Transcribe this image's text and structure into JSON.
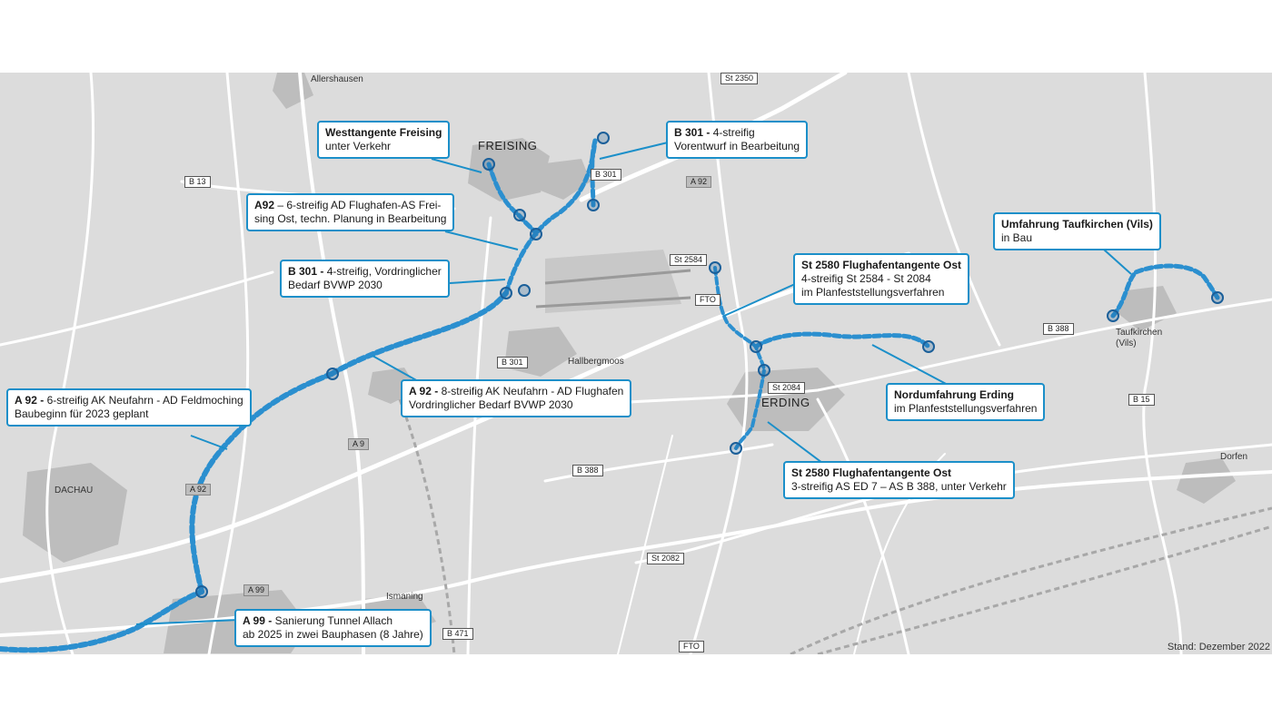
{
  "map": {
    "stand": "Stand: Dezember 2022",
    "colors": {
      "project": "#2b8fcf",
      "callout_border": "#1b8fc9",
      "background": "#dcdcdc",
      "roads": "#ffffff",
      "settlements": "#b8b8b8"
    },
    "places": [
      {
        "id": "allershausen",
        "label": "Allershausen"
      },
      {
        "id": "freising",
        "label": "FREISING"
      },
      {
        "id": "hallbergmoos",
        "label": "Hallbergmoos"
      },
      {
        "id": "erding",
        "label": "ERDING"
      },
      {
        "id": "dachau",
        "label": "DACHAU"
      },
      {
        "id": "ismaning",
        "label": "Ismaning"
      },
      {
        "id": "taufkirchen",
        "label": "Taufkirchen (Vils)"
      },
      {
        "id": "dorfen",
        "label": "Dorfen"
      }
    ],
    "shields": [
      {
        "id": "st2350",
        "label": "St 2350"
      },
      {
        "id": "b13",
        "label": "B 13"
      },
      {
        "id": "b301a",
        "label": "B 301"
      },
      {
        "id": "a92a",
        "label": "A 92"
      },
      {
        "id": "st2584",
        "label": "St 2584"
      },
      {
        "id": "fto1",
        "label": "FTO"
      },
      {
        "id": "b388a",
        "label": "B 388"
      },
      {
        "id": "b301b",
        "label": "B 301"
      },
      {
        "id": "st2084",
        "label": "St 2084"
      },
      {
        "id": "b15",
        "label": "B 15"
      },
      {
        "id": "a9",
        "label": "A 9"
      },
      {
        "id": "a92b",
        "label": "A 92"
      },
      {
        "id": "b388b",
        "label": "B 388"
      },
      {
        "id": "st2082",
        "label": "St 2082"
      },
      {
        "id": "a99",
        "label": "A 99"
      },
      {
        "id": "b471",
        "label": "B 471"
      },
      {
        "id": "fto2",
        "label": "FTO"
      }
    ],
    "callouts": [
      {
        "id": "westtangente",
        "bold": "Westtangente Freising",
        "text": "unter Verkehr"
      },
      {
        "id": "b301-4",
        "bold": "B 301 - ",
        "rest": "4-streifig",
        "text": "Vorentwurf in Bearbeitung"
      },
      {
        "id": "a92-6-freising",
        "bold": "A92",
        "rest": " – 6-streifig AD Flughafen-AS Frei-",
        "text": "sing Ost, techn. Planung in Bearbeitung"
      },
      {
        "id": "b301-vordringlich",
        "bold": "B 301 - ",
        "rest": "4-streifig, Vordringlicher",
        "text": "Bedarf BVWP 2030"
      },
      {
        "id": "st2580-4",
        "bold": "St 2580 Flughafentangente Ost",
        "line2": "4-streifig St 2584 - St 2084",
        "text": "im Planfeststellungsverfahren"
      },
      {
        "id": "taufkirchen",
        "bold": "Umfahrung Taufkirchen (Vils)",
        "text": "in Bau"
      },
      {
        "id": "a92-8",
        "bold": "A 92 - ",
        "rest": " 8-streifig AK Neufahrn - AD Flughafen",
        "text": "Vordringlicher Bedarf BVWP 2030"
      },
      {
        "id": "a92-6-feldmoching",
        "bold": "A 92 - ",
        "rest": " 6-streifig AK Neufahrn - AD Feldmoching",
        "text": "Baubeginn für 2023 geplant"
      },
      {
        "id": "nordumfahrung",
        "bold": "Nordumfahrung Erding",
        "text": "im Planfeststellungsverfahren"
      },
      {
        "id": "st2580-3",
        "bold": "St 2580 Flughafentangente Ost",
        "text": "3-streifig AS ED 7 – AS B 388, unter Verkehr"
      },
      {
        "id": "a99",
        "bold": "A 99 - ",
        "rest": " Sanierung Tunnel Allach",
        "text": "ab 2025 in zwei Bauphasen (8 Jahre)"
      }
    ]
  }
}
